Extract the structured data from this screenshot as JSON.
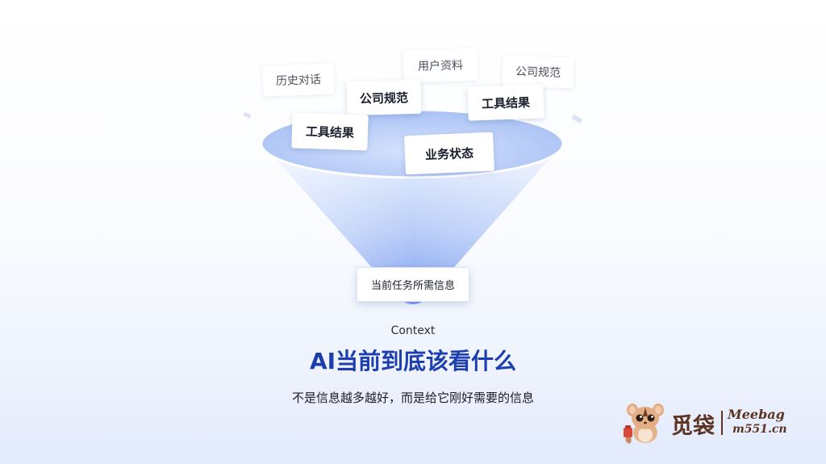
{
  "cards": {
    "faded": [
      "历史对话",
      "用户资料",
      "公司规范"
    ],
    "bold": [
      "公司规范",
      "工具结果",
      "工具结果",
      "业务状态"
    ],
    "target": "当前任务所需信息"
  },
  "context_label": "Context",
  "title": "AI当前到底该看什么",
  "subtitle": "不是信息越多越好，而是给它刚好需要的信息",
  "logo": {
    "cn": "觅袋",
    "en": "Meebag",
    "url": "m551.cn"
  }
}
